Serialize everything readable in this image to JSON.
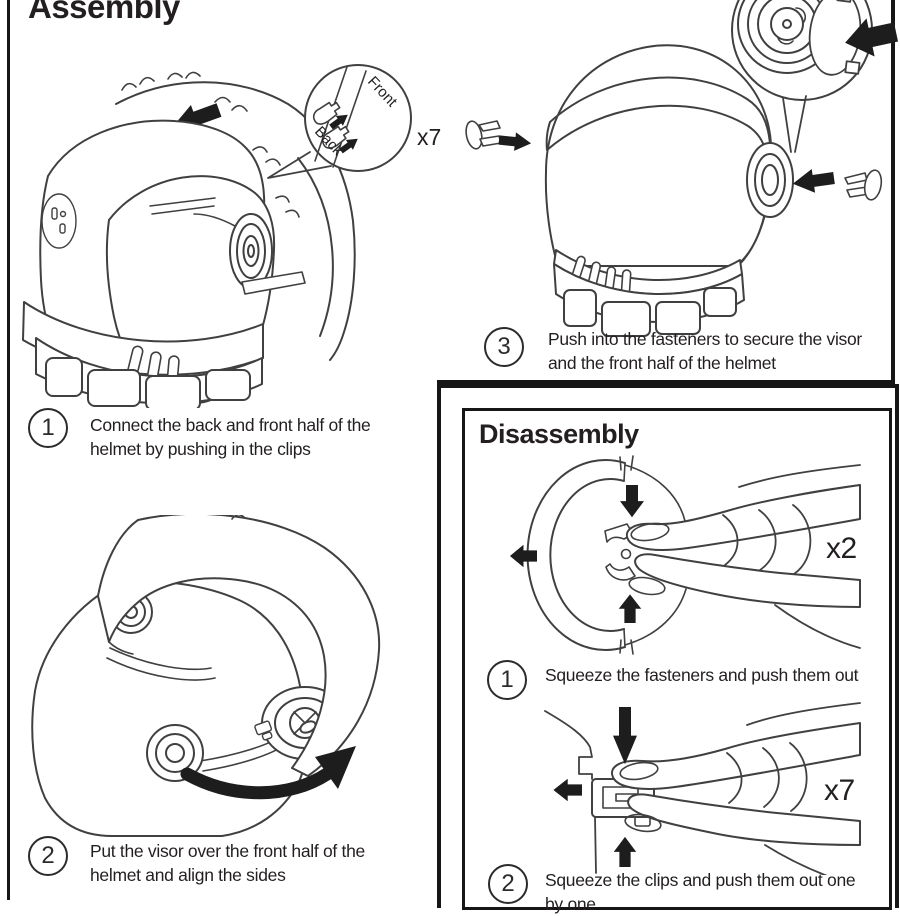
{
  "style": {
    "ink": "#231f20",
    "line": "#404040"
  },
  "assembly": {
    "title": "Assembly",
    "step1": {
      "number": "1",
      "lines": [
        "Connect the back and front half of the",
        "helmet by pushing in the clips"
      ],
      "magnifier": {
        "front": "Front",
        "back": "Back",
        "count": "x7"
      }
    },
    "step2": {
      "number": "2",
      "lines": [
        "Put the visor over the front half of the",
        "helmet and align the sides"
      ]
    },
    "step3": {
      "number": "3",
      "lines": [
        "Push into the fasteners to secure the visor",
        "and the front half of the helmet"
      ]
    }
  },
  "disassembly": {
    "title": "Disassembly",
    "step1": {
      "number": "1",
      "lines": [
        "Squeeze the fasteners and push them out"
      ],
      "count": "x2"
    },
    "step2": {
      "number": "2",
      "lines": [
        "Squeeze the clips and push them out one",
        "by one"
      ],
      "count": "x7"
    }
  }
}
